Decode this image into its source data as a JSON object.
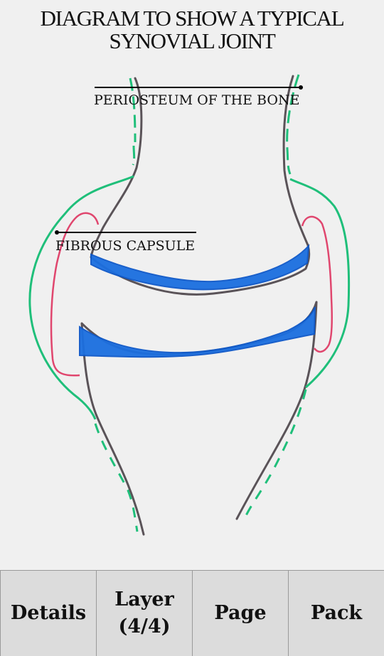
{
  "diagram": {
    "title_line1": "DIAGRAM TO SHOW A TYPICAL",
    "title_line2": "SYNOVIAL JOINT",
    "labels": {
      "periosteum": "PERIOSTEUM OF THE BONE",
      "fibrous_capsule": "FIBROUS CAPSULE"
    },
    "colors": {
      "bone_outline": "#5a5358",
      "periosteum": "#1fbf7a",
      "fibrous_capsule": "#e0466e",
      "cartilage": "#1b6fe0",
      "leader_line": "#000000"
    }
  },
  "toolbar": {
    "details_label": "Details",
    "layer_label": "Layer",
    "layer_count": "(4/4)",
    "page_label": "Page",
    "pack_label": "Pack"
  }
}
